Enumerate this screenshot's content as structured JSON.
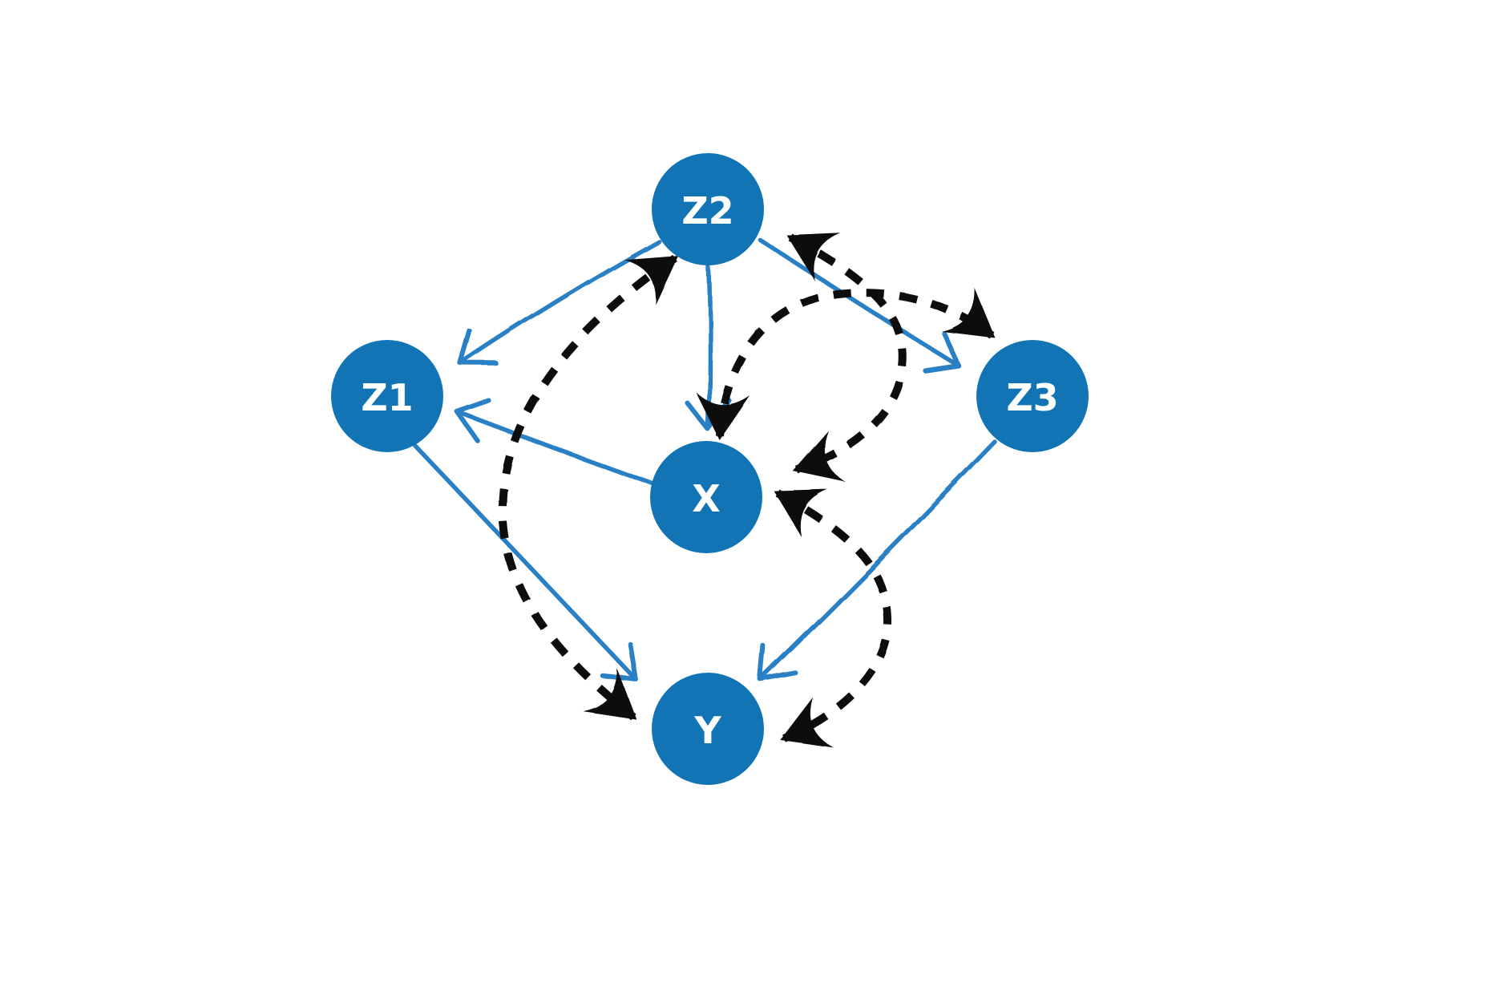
{
  "diagram": {
    "title": "",
    "kind": "causal-dag-with-latent-confounders",
    "colors": {
      "background": "#ffffff",
      "node_fill": "#1274b4",
      "node_label": "#ffffff",
      "solid_edge": "#2b80c4",
      "dashed_edge": "#0d0d0d"
    },
    "nodes": [
      {
        "id": "Z1",
        "label": "Z1"
      },
      {
        "id": "Z2",
        "label": "Z2"
      },
      {
        "id": "Z3",
        "label": "Z3"
      },
      {
        "id": "X",
        "label": "X"
      },
      {
        "id": "Y",
        "label": "Y"
      }
    ],
    "edges": [
      {
        "from": "Z2",
        "to": "Z1",
        "style": "solid",
        "kind": "directed"
      },
      {
        "from": "Z2",
        "to": "X",
        "style": "solid",
        "kind": "directed"
      },
      {
        "from": "Z2",
        "to": "Z3",
        "style": "solid",
        "kind": "directed"
      },
      {
        "from": "X",
        "to": "Z1",
        "style": "solid",
        "kind": "directed"
      },
      {
        "from": "Z1",
        "to": "Y",
        "style": "solid",
        "kind": "directed"
      },
      {
        "from": "Z3",
        "to": "Y",
        "style": "solid",
        "kind": "directed"
      },
      {
        "from": "Z2",
        "to": "Y",
        "style": "dashed",
        "kind": "bidirected"
      },
      {
        "from": "Z2",
        "to": "X",
        "style": "dashed",
        "kind": "bidirected"
      },
      {
        "from": "X",
        "to": "Z3",
        "style": "dashed",
        "kind": "bidirected"
      },
      {
        "from": "X",
        "to": "Y",
        "style": "dashed",
        "kind": "bidirected"
      }
    ]
  }
}
